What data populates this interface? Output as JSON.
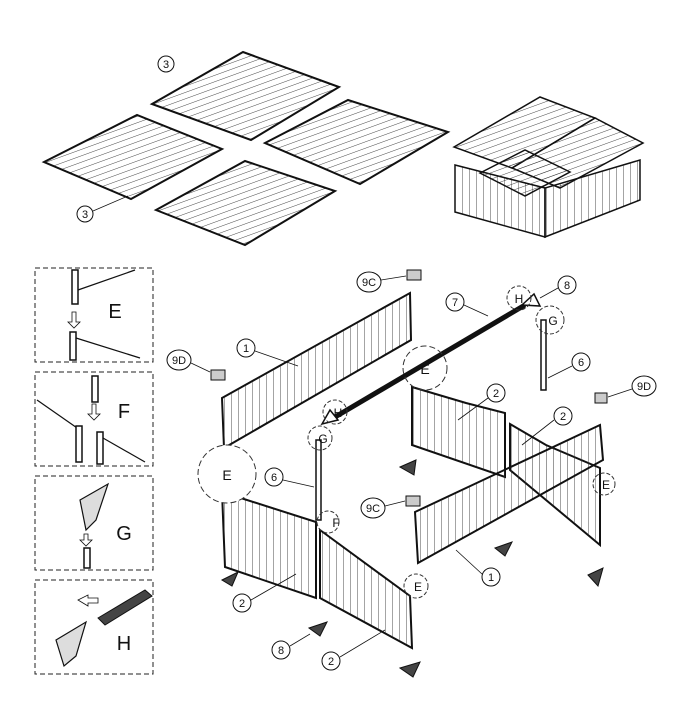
{
  "roof_panel_labels": [
    "3",
    "3"
  ],
  "detail_panels": [
    {
      "id": "detail-e",
      "letter": "E"
    },
    {
      "id": "detail-f",
      "letter": "F"
    },
    {
      "id": "detail-g",
      "letter": "G"
    },
    {
      "id": "detail-h",
      "letter": "H"
    }
  ],
  "callouts": {
    "c9c_top": "9C",
    "c8_top": "8",
    "c7": "7",
    "c1_left": "1",
    "c9d_left": "9D",
    "c6_right": "6",
    "c9d_right": "9D",
    "c2_right_a": "2",
    "c2_right_b": "2",
    "c6_left": "6",
    "c9c_mid": "9C",
    "c1_front": "1",
    "c2_front_left": "2",
    "c8_bottom": "8",
    "c2_front_mid": "2"
  },
  "zone_letters": {
    "e_left": "E",
    "e_center": "E",
    "e_right": "E",
    "e_front": "E",
    "f_front": "F",
    "g_top": "G",
    "g_left": "G",
    "h_top": "H",
    "h_left": "H"
  }
}
